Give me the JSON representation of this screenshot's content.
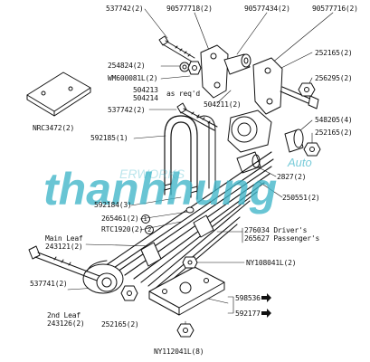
{
  "labels": {
    "l537742a": "537742(2)",
    "l90577718": "90577718(2)",
    "l90577434": "90577434(2)",
    "l90577716": "90577716(2)",
    "l254824": "254824(2)",
    "lwm600081": "WM600081L(2)",
    "l504213": "504213",
    "l504214": "504214",
    "lasreq": "as req'd",
    "l504211": "504211(2)",
    "l252165a": "252165(2)",
    "l256295": "256295(2)",
    "l537742b": "537742(2)",
    "l548205": "548205(4)",
    "l252165b": "252165(2)",
    "lnrc3472": "NRC3472(2)",
    "l592185": "592185(1)",
    "l2827": "2827(2)",
    "l250551": "250551(2)",
    "l592184": "592184(3)",
    "l265461": "265461(2)",
    "lrtc1920": "RTC1920(2)",
    "l276034": "276034 Driver's",
    "l265627": "265627 Passenger's",
    "lmainleaf": "Main Leaf",
    "l243121": "243121(2)",
    "lny108041": "NY108041L(2)",
    "l537741": "537741(2)",
    "l598536": "598536",
    "l592177": "592177",
    "l2ndleaf": "2nd Leaf",
    "l243126": "243126(2)",
    "l252165c": "252165(2)",
    "lny112041": "NY112041L(8)",
    "circ1": "1",
    "circ2": "2"
  },
  "watermark": {
    "main": "thanhhung",
    "sub": "Auto",
    "faint": "ERWORKS",
    "color": "#3fb6c9"
  }
}
